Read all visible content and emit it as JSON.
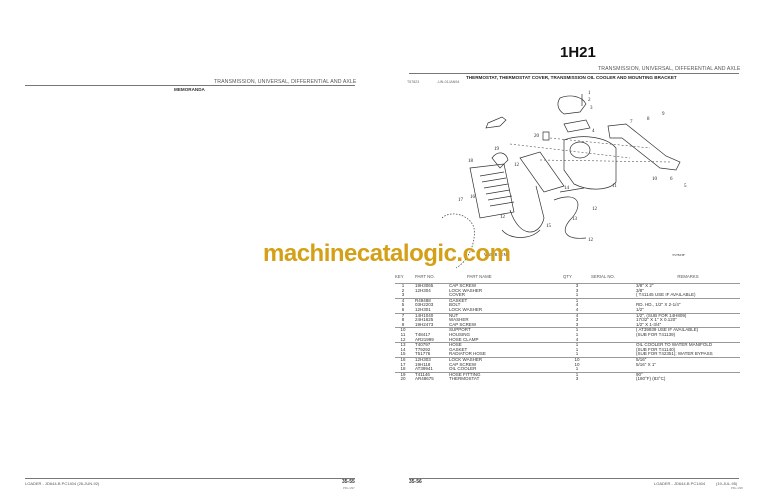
{
  "left_page": {
    "section_title": "TRANSMISSION, UNIVERSAL, DIFFERENTIAL AND AXLE",
    "heading": "MEMORANDA",
    "footer": {
      "model": "LOADER - JD644-B   PC1404   (26-JUN-92)",
      "page_number": "35-55",
      "page_sub": "PRo 1/97"
    }
  },
  "right_page": {
    "group_id": "1H21",
    "section_title": "TRANSMISSION, UNIVERSAL, DIFFERENTIAL AND AXLE",
    "figure_title": "THERMOSTAT, THERMOSTAT COVER, TRANSMISSION OIL COOLER AND MOUNTING BRACKET",
    "figure_ref": "T57823",
    "figure_code": "-UN-01JAN94",
    "illustration_label": "T57823F",
    "callout_water_pump": "WATER PUMP",
    "table": {
      "headers": {
        "key": "KEY",
        "part_no": "PART NO.",
        "part_name": "PART NAME",
        "qty": "QTY",
        "serial_no": "SERIAL NO.",
        "remarks": "REMARKS"
      },
      "rows": [
        {
          "key": "1",
          "part_no": "19H3065",
          "part_name": "CAP SCREW",
          "qty": "3",
          "serial": "",
          "remarks": "3/8\" X 2\"",
          "rule": true
        },
        {
          "key": "2",
          "part_no": "12H304",
          "part_name": "LOCK WASHER",
          "qty": "3",
          "serial": "",
          "remarks": "3/8\"",
          "rule": false
        },
        {
          "key": "3",
          "part_no": "",
          "part_name": "COVER",
          "qty": "1",
          "serial": "",
          "remarks": "( T41145 USE IF AVAILABLE)",
          "rule": false
        },
        {
          "key": "4",
          "part_no": "R49488",
          "part_name": "GASKET",
          "qty": "1",
          "serial": "",
          "remarks": "",
          "rule": true
        },
        {
          "key": "5",
          "part_no": "03H2203",
          "part_name": "BOLT",
          "qty": "4",
          "serial": "",
          "remarks": "RD. HD., 1/2\" X 2-1/4\"",
          "rule": false
        },
        {
          "key": "6",
          "part_no": "12H301",
          "part_name": "LOCK WASHER",
          "qty": "4",
          "serial": "",
          "remarks": "1/2\"",
          "rule": false
        },
        {
          "key": "7",
          "part_no": "14H1040",
          "part_name": "NUT",
          "qty": "4",
          "serial": "",
          "remarks": "1/2\", (SUB FOR 14H809)",
          "rule": true
        },
        {
          "key": "8",
          "part_no": "24H1625",
          "part_name": "WASHER",
          "qty": "3",
          "serial": "",
          "remarks": "17/32\" X 1\" X 0.120\"",
          "rule": false
        },
        {
          "key": "9",
          "part_no": "19H2473",
          "part_name": "CAP SCREW",
          "qty": "3",
          "serial": "",
          "remarks": "1/2\" X 1-3/4\"",
          "rule": false
        },
        {
          "key": "10",
          "part_no": "",
          "part_name": "SUPPORT",
          "qty": "1",
          "serial": "",
          "remarks": "( AT39939 USE IF AVAILABLE)",
          "rule": true
        },
        {
          "key": "11",
          "part_no": "T48417",
          "part_name": "HOUSING",
          "qty": "1",
          "serial": "",
          "remarks": "(SUB FOR T41139)",
          "rule": false
        },
        {
          "key": "12",
          "part_no": "AR21999",
          "part_name": "HOSE CLAMP",
          "qty": "4",
          "serial": "",
          "remarks": "",
          "rule": false
        },
        {
          "key": "13",
          "part_no": "T40797",
          "part_name": "HOSE",
          "qty": "1",
          "serial": "",
          "remarks": "OIL COOLER TO WATER MANIFOLD",
          "rule": true
        },
        {
          "key": "14",
          "part_no": "T79292",
          "part_name": "GASKET",
          "qty": "1",
          "serial": "",
          "remarks": "(SUB FOR T41140)",
          "rule": false
        },
        {
          "key": "15",
          "part_no": "T51776",
          "part_name": "RADIATOR HOSE",
          "qty": "1",
          "serial": "",
          "remarks": "(SUB FOR T42351); WATER BYPASS",
          "rule": false
        },
        {
          "key": "16",
          "part_no": "12H303",
          "part_name": "LOCK WASHER",
          "qty": "10",
          "serial": "",
          "remarks": "5/16\"",
          "rule": true
        },
        {
          "key": "17",
          "part_no": "19H118",
          "part_name": "CAP SCREW",
          "qty": "10",
          "serial": "",
          "remarks": "5/16\" X 1\"",
          "rule": false
        },
        {
          "key": "18",
          "part_no": "AT39941",
          "part_name": "OIL COOLER",
          "qty": "1",
          "serial": "",
          "remarks": "",
          "rule": false
        },
        {
          "key": "19",
          "part_no": "T41146",
          "part_name": "HOSE FITTING",
          "qty": "1",
          "serial": "",
          "remarks": "90°",
          "rule": true
        },
        {
          "key": "20",
          "part_no": "AR48675",
          "part_name": "THERMOSTAT",
          "qty": "3",
          "serial": "",
          "remarks": "(180°F) (83°C)",
          "rule": false
        }
      ]
    },
    "footer": {
      "page_number": "35-56",
      "model": "LOADER - JD644-B   PC1404",
      "date": "(19-JUL-95)",
      "page_sub": "PRo 1/98"
    }
  },
  "watermark": {
    "text": "machinecatalogic.com",
    "color": "#d4a017"
  },
  "colors": {
    "rule": "#777777",
    "text": "#222222",
    "watermark": "#d4a017"
  }
}
